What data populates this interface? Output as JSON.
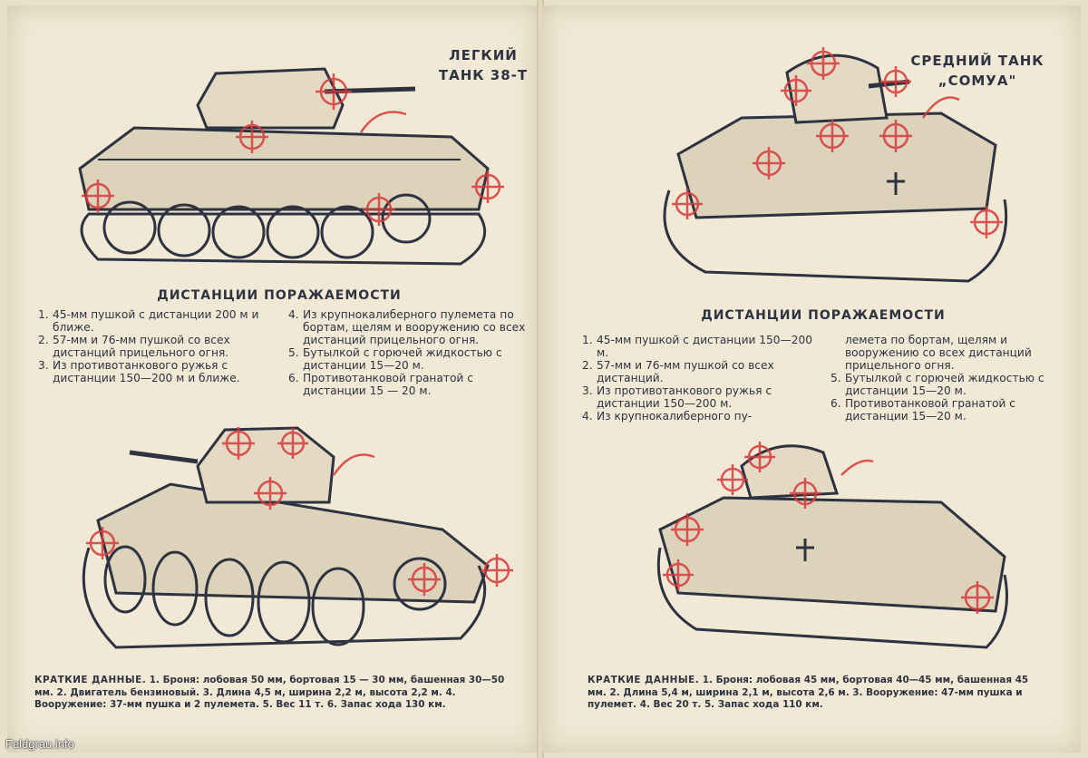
{
  "left_page": {
    "title": "ЛЕГКИЙ\nТАНК 38-Т",
    "heading": "ДИСТАНЦИИ ПОРАЖАЕМОСТИ",
    "items_col1": [
      {
        "num": "1.",
        "text": "45-мм пушкой с дистанции 200 м и ближе."
      },
      {
        "num": "2.",
        "text": "57-мм и 76-мм пушкой со всех дистанций прицельного огня."
      },
      {
        "num": "3.",
        "text": "Из противотанкового ружья с дистанции 150—200 м и ближе."
      }
    ],
    "items_col2": [
      {
        "num": "4.",
        "text": "Из крупнокалиберного пулемета по бортам, щелям и вооружению со всех дистанций прицельного огня."
      },
      {
        "num": "5.",
        "text": "Бутылкой с горючей жидкостью с дистанции 15—20 м."
      },
      {
        "num": "6.",
        "text": "Противотанковой гранатой с дистанции 15 — 20 м."
      }
    ],
    "summary_label": "КРАТКИЕ ДАННЫЕ.",
    "summary_text": "1. Броня: лобовая 50 мм, бортовая 15 — 30 мм, башенная 30—50 мм. 2. Двигатель бензиновый. 3. Длина 4,5 м, ширина 2,2 м, высота 2,2 м. 4. Вооружение: 37-мм пушка и 2 пулемета. 5. Вес 11 т. 6. Запас хода 130 км."
  },
  "right_page": {
    "title": "СРЕДНИЙ ТАНК\n„СОМУА\"",
    "heading": "ДИСТАНЦИИ ПОРАЖАЕМОСТИ",
    "items_col1": [
      {
        "num": "1.",
        "text": "45-мм пушкой с дистанции 150—200 м."
      },
      {
        "num": "2.",
        "text": "57-мм и 76-мм пушкой со всех дистанций."
      },
      {
        "num": "3.",
        "text": "Из противотанкового ружья с дистанции 150—200 м."
      },
      {
        "num": "4.",
        "text": "Из крупнокалиберного пу-"
      }
    ],
    "items_col2": [
      {
        "num": "",
        "text": "лемета по бортам, щелям и вооружению со всех дистанций прицельного огня."
      },
      {
        "num": "5.",
        "text": "Бутылкой с горючей жидкостью с дистанции 15—20 м."
      },
      {
        "num": "6.",
        "text": "Противотанковой гранатой с дистанции 15—20 м."
      }
    ],
    "summary_label": "КРАТКИЕ ДАННЫЕ.",
    "summary_text": "1. Броня: лобовая 45 мм, бортовая 40—45 мм, башенная 45 мм. 2. Длина 5,4 м, ширина 2,1 м, высота 2,6 м. 3. Вооружение: 47-мм пушка и пулемет. 4. Вес 20 т. 5. Запас хода 110 км."
  },
  "watermark": "Feldgrau.info",
  "colors": {
    "ink": "#2d3340",
    "target_red": "#d63a3a",
    "paper": "#f1e9d5"
  }
}
